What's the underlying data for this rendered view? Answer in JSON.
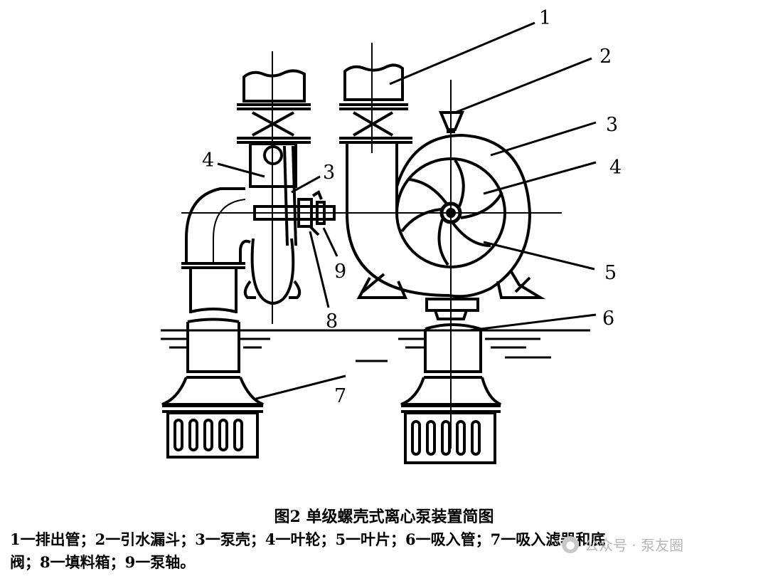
{
  "figure": {
    "labels": [
      "1",
      "2",
      "3",
      "4",
      "5",
      "6",
      "7",
      "8",
      "9"
    ],
    "left_labels": [
      "4",
      "3",
      "9",
      "8",
      "7"
    ],
    "caption": "图2  单级螺壳式离心泵装置简图",
    "legend_line1": "1一排出管；2一引水漏斗；3一泵壳；4一叶轮；5一叶片；6一吸入管；7一吸入滤器和底",
    "legend_line2": "阀；8一填料箱；9一泵轴。"
  },
  "watermark": {
    "icon": "wechat-icon",
    "text": "公众号 · 泵友圈"
  }
}
